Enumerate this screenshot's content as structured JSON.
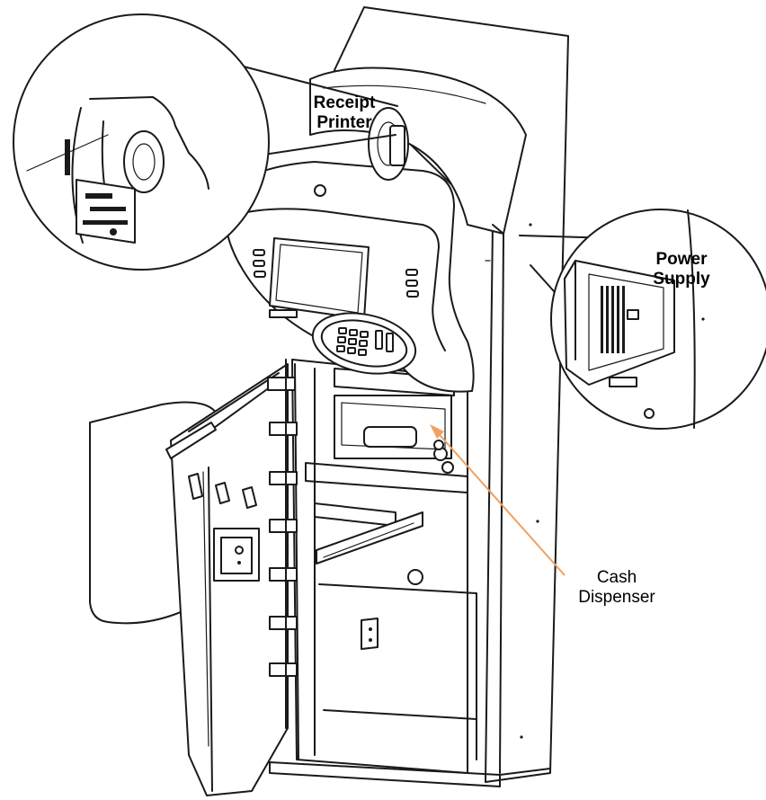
{
  "labels": {
    "receipt_printer": {
      "line1": "Receipt",
      "line2": "Printer"
    },
    "power_supply": {
      "line1": "Power",
      "line2": "Supply"
    },
    "cash_dispenser": {
      "line1": "Cash",
      "line2": "Dispenser"
    }
  },
  "colors": {
    "line": "#1a1a1a",
    "background": "#ffffff",
    "pointer_arrow": "#f0a060"
  }
}
